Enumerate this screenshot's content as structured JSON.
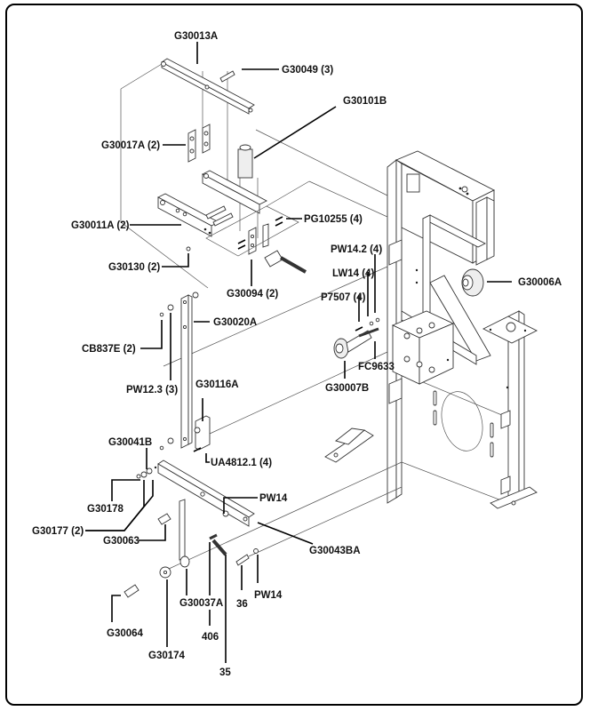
{
  "diagram": {
    "type": "exploded-parts-diagram",
    "callouts": [
      {
        "id": "G30013A",
        "text": "G30013A"
      },
      {
        "id": "G30049",
        "text": "G30049 (3)"
      },
      {
        "id": "G30101B",
        "text": "G30101B"
      },
      {
        "id": "G30017A",
        "text": "G30017A (2)"
      },
      {
        "id": "G30011A",
        "text": "G30011A (2)"
      },
      {
        "id": "PG10255",
        "text": "PG10255 (4)"
      },
      {
        "id": "G30130",
        "text": "G30130 (2)"
      },
      {
        "id": "G30094",
        "text": "G30094 (2)"
      },
      {
        "id": "PW14_2",
        "text": "PW14.2 (4)"
      },
      {
        "id": "LW14",
        "text": "LW14 (4)"
      },
      {
        "id": "P7507",
        "text": "P7507 (4)"
      },
      {
        "id": "G30006A",
        "text": "G30006A"
      },
      {
        "id": "G30020A",
        "text": "G30020A"
      },
      {
        "id": "CB837E",
        "text": "CB837E (2)"
      },
      {
        "id": "PW12_3",
        "text": "PW12.3 (3)"
      },
      {
        "id": "FC9633",
        "text": "FC9633"
      },
      {
        "id": "G30007B",
        "text": "G30007B"
      },
      {
        "id": "G30116A",
        "text": "G30116A"
      },
      {
        "id": "G30041B",
        "text": "G30041B"
      },
      {
        "id": "UA4812_1",
        "text": "UA4812.1 (4)"
      },
      {
        "id": "G30178",
        "text": "G30178"
      },
      {
        "id": "G30177",
        "text": "G30177 (2)"
      },
      {
        "id": "PW14_a",
        "text": "PW14"
      },
      {
        "id": "G30063",
        "text": "G30063"
      },
      {
        "id": "G30043BA",
        "text": "G30043BA"
      },
      {
        "id": "G30037A",
        "text": "G30037A"
      },
      {
        "id": "n36",
        "text": "36"
      },
      {
        "id": "PW14_b",
        "text": "PW14"
      },
      {
        "id": "n406",
        "text": "406"
      },
      {
        "id": "G30064",
        "text": "G30064"
      },
      {
        "id": "G30174",
        "text": "G30174"
      },
      {
        "id": "n35",
        "text": "35"
      }
    ]
  }
}
